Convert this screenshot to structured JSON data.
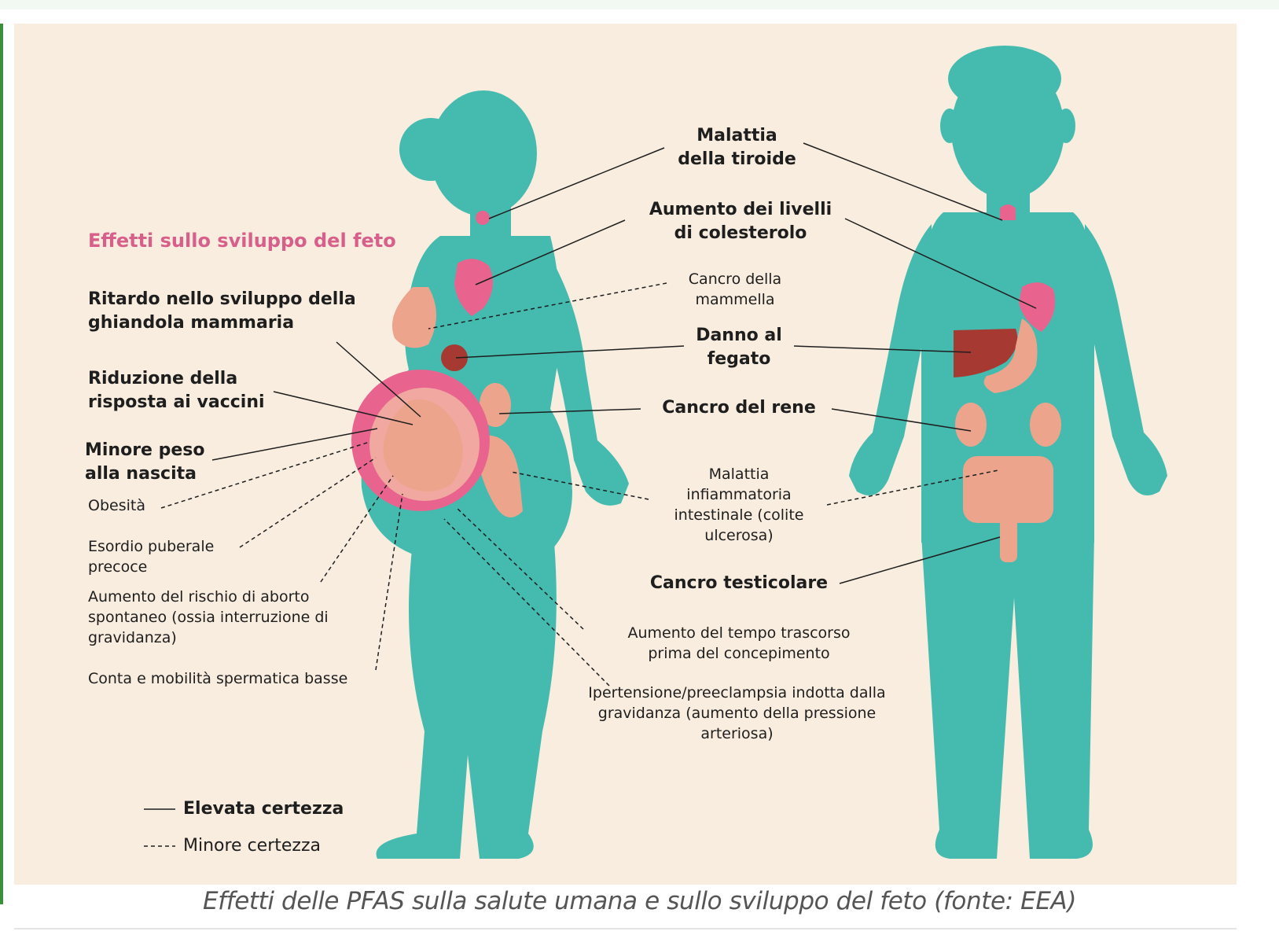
{
  "title": "Effetti sullo sviluppo del feto",
  "labels": {
    "thyroid": "Malattia della tiroide",
    "cholesterol": "Aumento dei livelli di colesterolo",
    "breast_cancer": "Cancro della mammella",
    "liver": "Danno al fegato",
    "kidney": "Cancro del rene",
    "ibd": "Malattia infiammatoria intestinale (colite ulcerosa)",
    "testicular": "Cancro testicolare",
    "conception": "Aumento del tempo trascorso prima del concepimento",
    "hypertension": "Ipertensione/preeclampsia indotta dalla gravidanza (aumento della pressione arteriosa)"
  },
  "fetal_effects": [
    "Ritardo nello sviluppo della ghiandola mammaria",
    "Riduzione della risposta ai vaccini",
    "Minore peso alla nascita",
    "Obesità",
    "Esordio puberale precoce",
    "Aumento del rischio di aborto spontaneo (ossia interruzione di gravidanza)",
    "Conta e mobilità spermatica basse"
  ],
  "legend": {
    "high": "Elevata certezza",
    "low": "Minore certezza"
  },
  "caption": "Effetti delle PFAS sulla salute umana e sullo sviluppo del feto (fonte: EEA)",
  "colors": {
    "body": "#45bbb0",
    "background": "#f8eddf",
    "organ_pink": "#e8648f",
    "organ_peach": "#eca58c",
    "liver": "#a63a32",
    "accent_title": "#d85f8a"
  }
}
